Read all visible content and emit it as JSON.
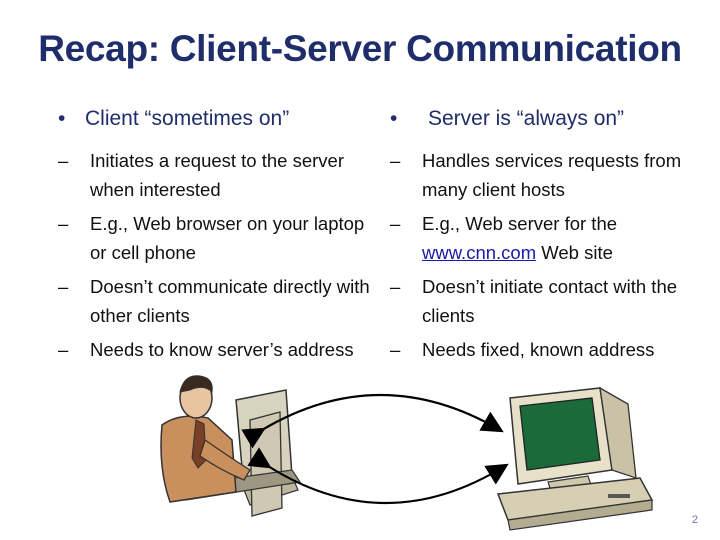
{
  "title": "Recap: Client-Server Communication",
  "left": {
    "bullet": "Client “sometimes on”",
    "items": [
      "Initiates a request to the server when interested",
      "E.g., Web browser on your laptop or cell phone",
      "Doesn’t communicate directly with other clients",
      "Needs to know server’s address"
    ]
  },
  "right": {
    "bullet": "Server is “always on”",
    "items": [
      "Handles services requests from many client hosts",
      "E.g., Web server for the",
      "Doesn’t initiate contact with the clients",
      "Needs fixed, known address"
    ],
    "link_text": "www.cnn.com",
    "link_suffix": " Web site"
  },
  "symbols": {
    "bullet": "•",
    "dash": "–"
  },
  "icons": [
    "person-at-computer-illustration",
    "crt-computer-illustration",
    "double-arrow-top",
    "double-arrow-bottom"
  ],
  "colors": {
    "title": "#1f2d6b",
    "text": "#111111",
    "link": "#1a1aaa"
  },
  "page_number": "2"
}
